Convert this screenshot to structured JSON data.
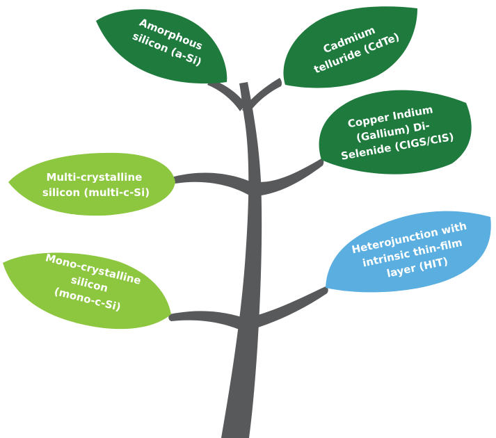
{
  "colors": {
    "trunk": "#58595b",
    "dark_green": "#1e7a3d",
    "light_green": "#8dc63f",
    "blue": "#5aaee0",
    "label_text": "#ffffff",
    "background": "#ffffff"
  },
  "leaves": {
    "amorphous": {
      "line1": "Amorphous",
      "line2": "silicon (a-Si)"
    },
    "cdte": {
      "line1": "Cadmium",
      "line2": "telluride (CdTe)"
    },
    "cigs": {
      "line1": "Copper Indium",
      "line2": "(Gallium) Di-",
      "line3": "Selenide (CIGS/CIS)"
    },
    "multi": {
      "line1": "Multi-crystalline",
      "line2": "silicon (multi-c-Si)"
    },
    "mono": {
      "line1": "Mono-crystalline",
      "line2": "silicon",
      "line3": "(mono-c-Si)"
    },
    "hit": {
      "line1": "Heterojunction with",
      "line2": "intrinsic thin-film",
      "line3": "layer (HIT)"
    }
  }
}
